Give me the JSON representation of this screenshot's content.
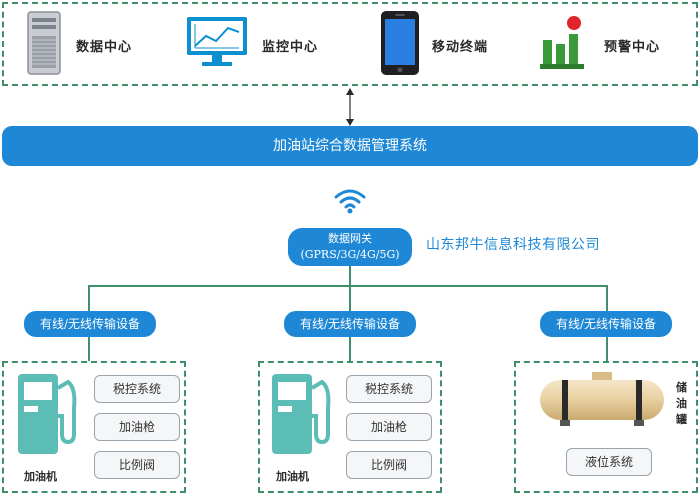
{
  "top": {
    "items": [
      {
        "label": "数据中心",
        "icon": "server-icon"
      },
      {
        "label": "监控中心",
        "icon": "monitor-chart-icon"
      },
      {
        "label": "移动终端",
        "icon": "mobile-phone-icon"
      },
      {
        "label": "预警中心",
        "icon": "warning-bars-icon"
      }
    ]
  },
  "system_bar": {
    "label": "加油站综合数据管理系统"
  },
  "gateway": {
    "line1": "数据网关",
    "line2": "(GPRS/3G/4G/5G)"
  },
  "company": "山东邦牛信息科技有限公司",
  "transmission": [
    "有线/无线传输设备",
    "有线/无线传输设备",
    "有线/无线传输设备"
  ],
  "station_left": {
    "machine_label": "加油机",
    "items": [
      "税控系统",
      "加油枪",
      "比例阀"
    ]
  },
  "station_mid": {
    "machine_label": "加油机",
    "items": [
      "税控系统",
      "加油枪",
      "比例阀"
    ]
  },
  "station_right": {
    "tank_label": "储油罐",
    "items": [
      "液位系统"
    ]
  },
  "colors": {
    "accent": "#1e88d6",
    "dashed_border": "#3f8f6a",
    "pump": "#5bbdb5"
  }
}
